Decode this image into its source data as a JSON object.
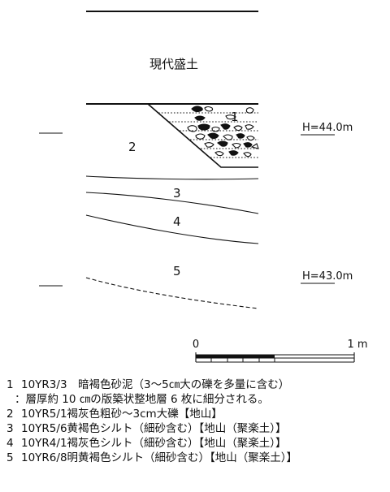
{
  "diagram": {
    "top_label": "現代盛土",
    "layers": [
      {
        "id": "1",
        "label": "1"
      },
      {
        "id": "2",
        "label": "2"
      },
      {
        "id": "3",
        "label": "3"
      },
      {
        "id": "4",
        "label": "4"
      },
      {
        "id": "5",
        "label": "5"
      }
    ],
    "elevations": [
      {
        "label": "H=44.0m"
      },
      {
        "label": "H=43.0m"
      }
    ],
    "scale": {
      "left_label": "0",
      "right_label": "1 m"
    }
  },
  "legend": [
    {
      "num": "1",
      "text": "10YR3/3　暗褐色砂泥（3〜5㎝大の礫を多量に含む）"
    },
    {
      "num": "",
      "text": "：層厚約 10 ㎝の版築状整地層 6 枚に細分される。"
    },
    {
      "num": "2",
      "text": "10YR5/1褐灰色粗砂〜3cm大礫【地山】"
    },
    {
      "num": "3",
      "text": "10YR5/6黄褐色シルト（細砂含む）【地山（聚楽土）】"
    },
    {
      "num": "4",
      "text": "10YR4/1褐灰色シルト（細砂含む）【地山（聚楽土）】"
    },
    {
      "num": "5",
      "text": "10YR6/8明黄褐色シルト（細砂含む）【地山（聚楽土）】"
    }
  ]
}
